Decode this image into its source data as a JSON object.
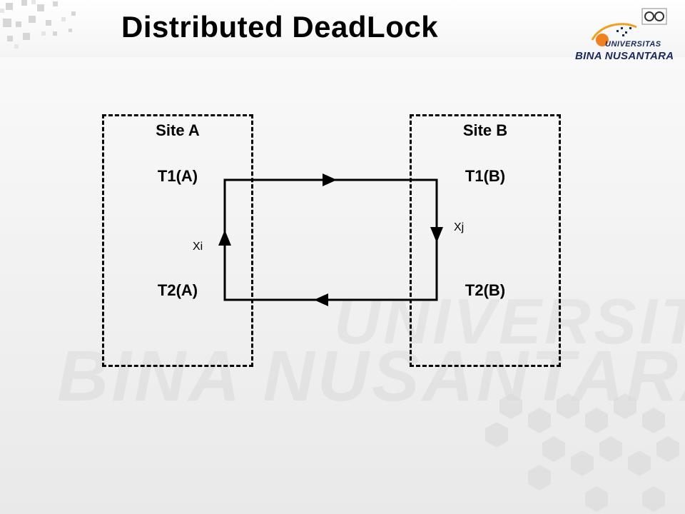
{
  "slide": {
    "title": "Distributed DeadLock"
  },
  "logo": {
    "line1": "UNIVERSITAS",
    "line2": "BINA NUSANTARA"
  },
  "watermark": {
    "line1": "UNIVERSITAS",
    "line2": "BINA NUSANTARA"
  },
  "site_a": {
    "name": "Site A",
    "top_node": "T1(A)",
    "bottom_node": "T2(A)",
    "edge_label": "Xi"
  },
  "site_b": {
    "name": "Site B",
    "top_node": "T1(B)",
    "bottom_node": "T2(B)",
    "edge_label": "Xj"
  }
}
